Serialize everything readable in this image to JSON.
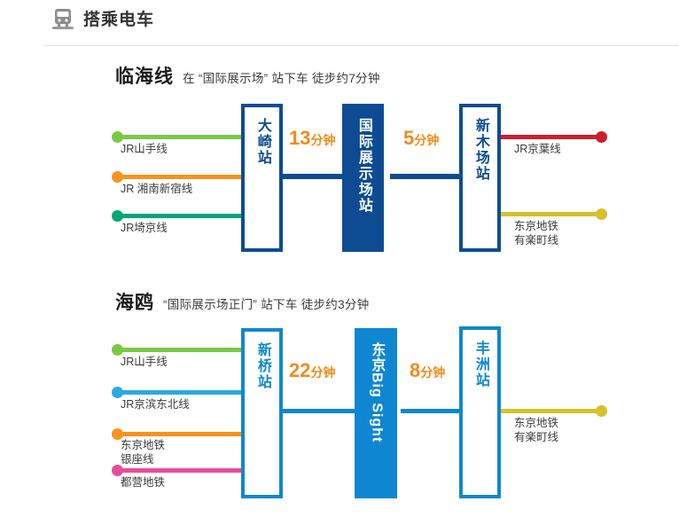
{
  "header": {
    "icon": "train-icon",
    "title": "搭乘电车"
  },
  "colors": {
    "navy": "#0d4c93",
    "bright_blue": "#0f87d0",
    "orange_text": "#f28a1a",
    "green": "#7ac943",
    "teal": "#00a878",
    "orange": "#f7931e",
    "red": "#cc1f2e",
    "gold": "#d6c02b",
    "cyan": "#29abe2",
    "pink": "#eb4a9b",
    "divider": "#e2e2e2"
  },
  "sections": [
    {
      "line_name": "临海线",
      "note": "在 “国际展示场” 站下车 徒步约7分钟",
      "left_feeders": [
        {
          "label": "JR山手线",
          "color": "#7ac943"
        },
        {
          "label": "JR 湘南新宿线",
          "color": "#f7931e"
        },
        {
          "label": "JR埼京线",
          "color": "#00a878"
        }
      ],
      "right_feeders": [
        {
          "label": "JR京葉线",
          "color": "#cc1f2e"
        },
        {
          "label": "东京地铁\n有楽町线",
          "label_line1": "东京地铁",
          "label_line2": "有楽町线",
          "color": "#d6c02b"
        }
      ],
      "stations": [
        {
          "name": "大崎站",
          "style": "outline",
          "color": "#0d4c93"
        },
        {
          "name": "国际展示场站",
          "style": "filled",
          "color": "#0d4c93"
        },
        {
          "name": "新木场站",
          "style": "outline",
          "color": "#0d4c93"
        }
      ],
      "durations": [
        {
          "num": "13",
          "unit": "分钟"
        },
        {
          "num": "5",
          "unit": "分钟"
        }
      ]
    },
    {
      "line_name": "海鸥",
      "note": "“国际展示场正门” 站下车 徒步约3分钟",
      "left_feeders": [
        {
          "label": "JR山手线",
          "color": "#7ac943"
        },
        {
          "label": "JR京滨东北线",
          "color": "#29abe2"
        },
        {
          "label": "东京地铁\n银座线",
          "label_line1": "东京地铁",
          "label_line2": "银座线",
          "color": "#f7931e"
        },
        {
          "label": "都营地铁",
          "color": "#eb4a9b"
        }
      ],
      "right_feeders": [
        {
          "label": "东京地铁\n有楽町线",
          "label_line1": "东京地铁",
          "label_line2": "有楽町线",
          "color": "#d6c02b"
        }
      ],
      "stations": [
        {
          "name": "新桥站",
          "style": "outline",
          "color": "#0f87d0"
        },
        {
          "name": "东京Big Sight",
          "style": "filled",
          "color": "#0f87d0"
        },
        {
          "name": "丰洲站",
          "style": "outline",
          "color": "#0f87d0"
        }
      ],
      "durations": [
        {
          "num": "22",
          "unit": "分钟"
        },
        {
          "num": "8",
          "unit": "分钟"
        }
      ]
    }
  ]
}
